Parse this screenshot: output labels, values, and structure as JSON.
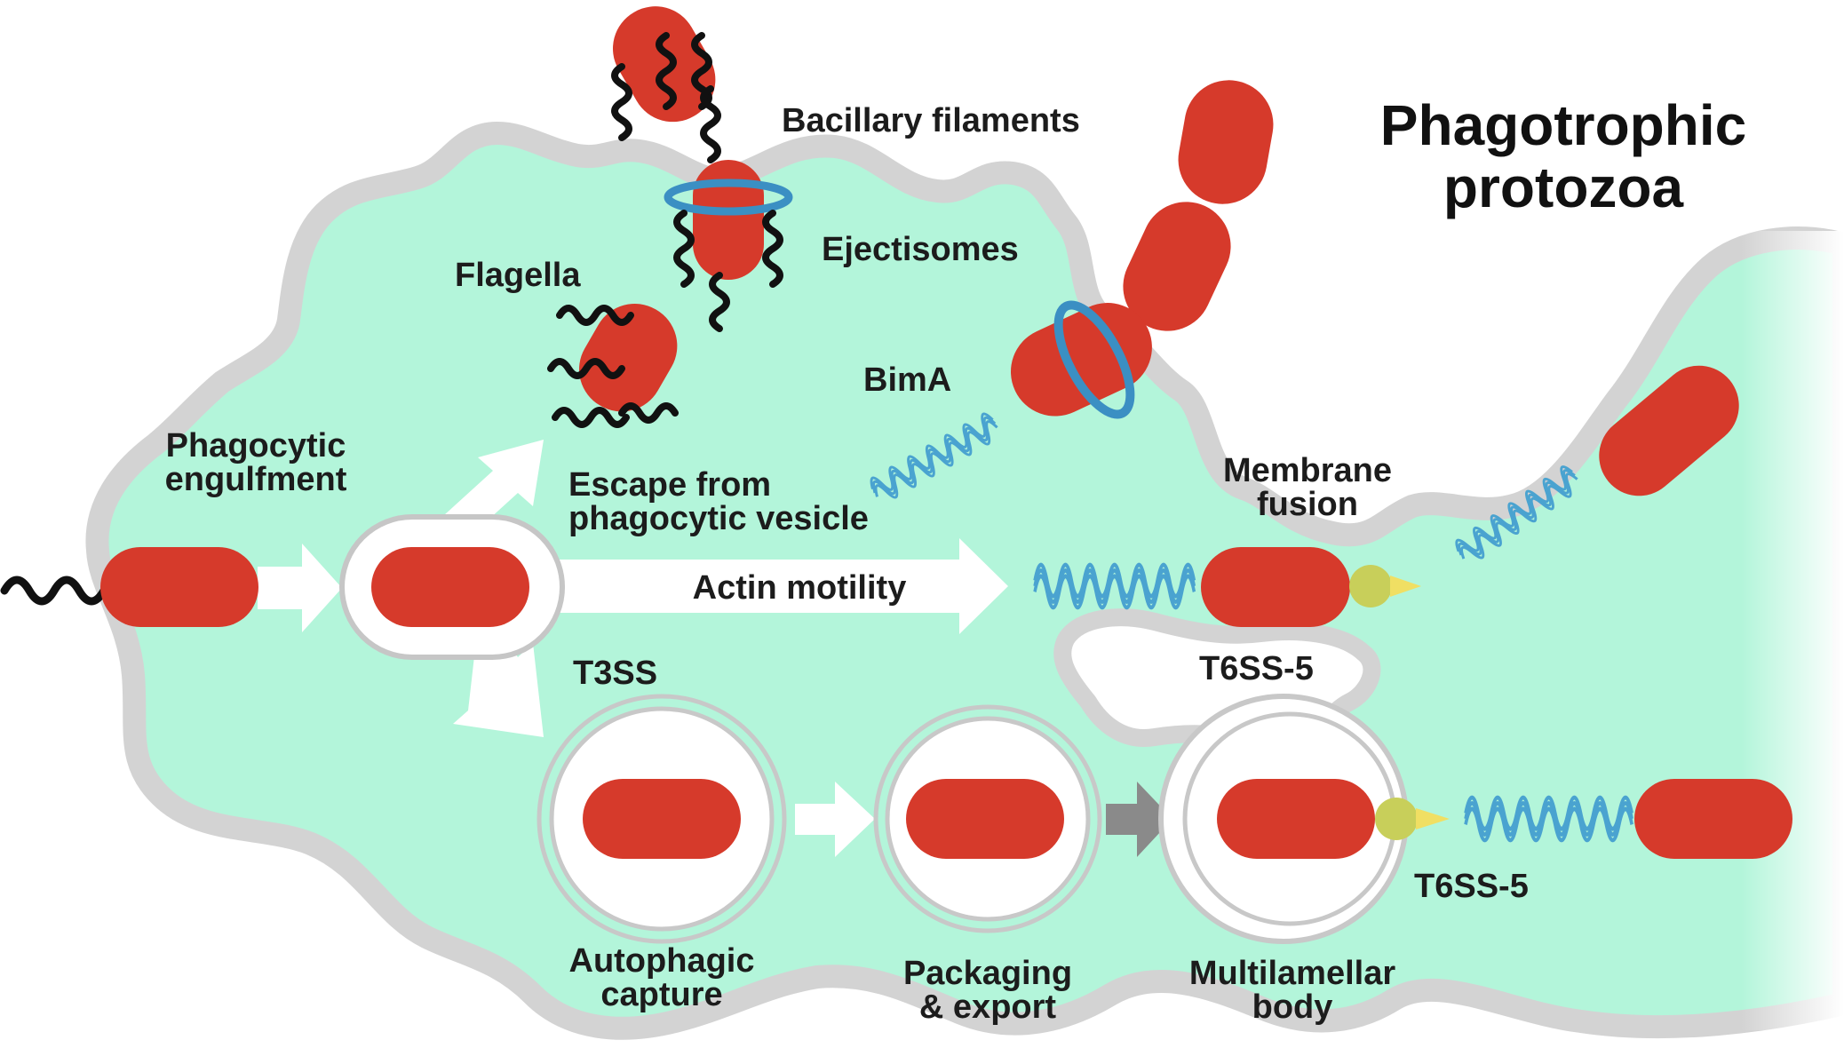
{
  "title": {
    "line1": "Phagotrophic",
    "line2": "protozoa"
  },
  "labels": {
    "bacillary_filaments": "Bacillary filaments",
    "ejectisomes": "Ejectisomes",
    "flagella": "Flagella",
    "bima": "BimA",
    "phagocytic_engulfment_1": "Phagocytic",
    "phagocytic_engulfment_2": "engulfment",
    "escape_1": "Escape from",
    "escape_2": "phagocytic vesicle",
    "actin_motility": "Actin motility",
    "membrane_fusion_1": "Membrane",
    "membrane_fusion_2": "fusion",
    "t3ss": "T3SS",
    "t6ss_top": "T6SS-5",
    "t6ss_bottom": "T6SS-5",
    "autophagic_1": "Autophagic",
    "autophagic_2": "capture",
    "packaging_1": "Packaging",
    "packaging_2": "& export",
    "multilamellar_1": "Multilamellar",
    "multilamellar_2": "body"
  },
  "colors": {
    "cytoplasm": "#b3f5da",
    "membrane": "#d3d3d3",
    "bacterium": "#d63a2b",
    "ring": "#3b8fc3",
    "actin": "#4aa3d0",
    "t6ss_head": "#c8cf5a",
    "t6ss_tip": "#f0df63",
    "arrow_white": "#ffffff",
    "arrow_grey": "#8a8a8a"
  }
}
